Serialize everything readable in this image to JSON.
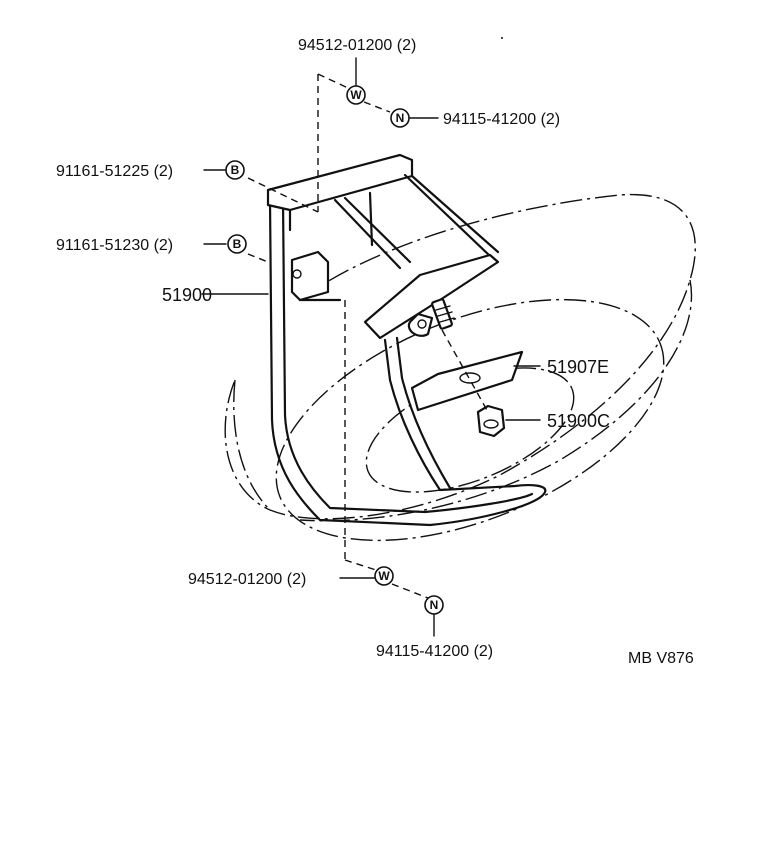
{
  "callouts": {
    "washer_top": {
      "part": "94512-01200 (2)",
      "symbol": "W"
    },
    "nut_top": {
      "part": "94115-41200 (2)",
      "symbol": "N"
    },
    "bolt_a": {
      "part": "91161-51225 (2)",
      "symbol": "B"
    },
    "bolt_b": {
      "part": "91161-51230 (2)",
      "symbol": "B"
    },
    "carrier": {
      "part": "51900"
    },
    "plate": {
      "part": "51907E"
    },
    "nut_center": {
      "part": "51900C"
    },
    "washer_bottom": {
      "part": "94512-01200 (2)",
      "symbol": "W"
    },
    "nut_bottom": {
      "part": "94115-41200 (2)",
      "symbol": "N"
    }
  },
  "diagram_code": "MB V876"
}
